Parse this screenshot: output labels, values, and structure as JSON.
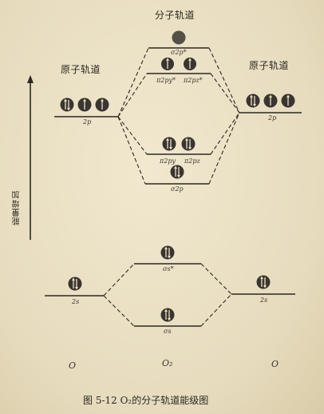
{
  "headers": {
    "molecular": "分子轨道",
    "atomic_left": "原子轨道",
    "atomic_right": "原子轨道"
  },
  "axis_label": "能量增加",
  "levels": {
    "left_2p": "2p",
    "right_2p": "2p",
    "sigma_2p_star": "σ2p*",
    "pi_2p_star_y": "π2py*",
    "pi_2p_star_z": "π2pz*",
    "pi_2p_y": "π2py",
    "pi_2p_z": "π2pz",
    "sigma_2p": "σ2p",
    "left_2s": "2s",
    "right_2s": "2s",
    "sigma_2s_star": "σs*",
    "sigma_2s": "σs"
  },
  "bottom": {
    "left": "O",
    "center": "O₂",
    "right": "O"
  },
  "caption": "图 5-12   O₂的分子轨道能级图",
  "colors": {
    "paper": "#e9dfc3",
    "ink": "#2c2822",
    "electron": "#3a3530"
  }
}
